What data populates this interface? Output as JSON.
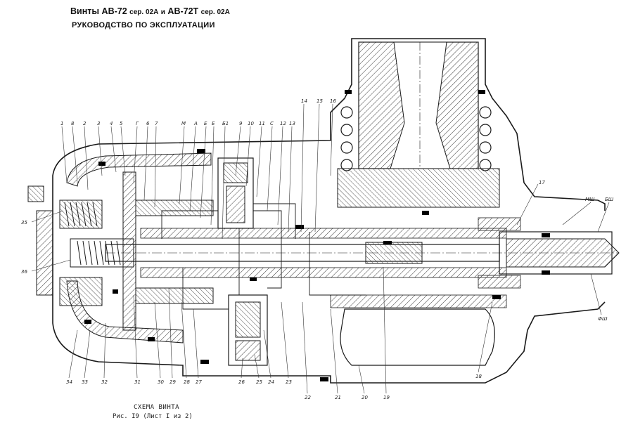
{
  "header": {
    "line1_a": "Винты",
    "line1_b": "АВ-72",
    "line1_c": "сер. 02А",
    "line1_d": "и",
    "line1_e": "АВ-72Т",
    "line1_f": "сер. 02А",
    "line2": "РУКОВОДСТВО ПО ЭКСПЛУАТАЦИИ"
  },
  "caption": {
    "title": "СХЕМА ВИНТА",
    "figure": "Рис. I9 (Лист I из 2)"
  },
  "callouts_top": [
    "1",
    "8",
    "2",
    "3",
    "4",
    "5",
    "Г",
    "6",
    "7",
    "М",
    "А",
    "Е",
    "Е",
    "Б1",
    "9",
    "10",
    "11",
    "С",
    "12",
    "13",
    "14",
    "15",
    "16"
  ],
  "callouts_bottom": [
    "34",
    "33",
    "32",
    "31",
    "30",
    "29",
    "28",
    "27",
    "26",
    "25",
    "24",
    "23",
    "22",
    "21",
    "20",
    "19",
    "18"
  ],
  "callouts_side": [
    "35",
    "36",
    "17",
    "МШ",
    "БШ",
    "ФШ"
  ],
  "colors": {
    "line": "#1a1a1a",
    "hatch": "#3a3a3a",
    "seal": "#000000"
  }
}
